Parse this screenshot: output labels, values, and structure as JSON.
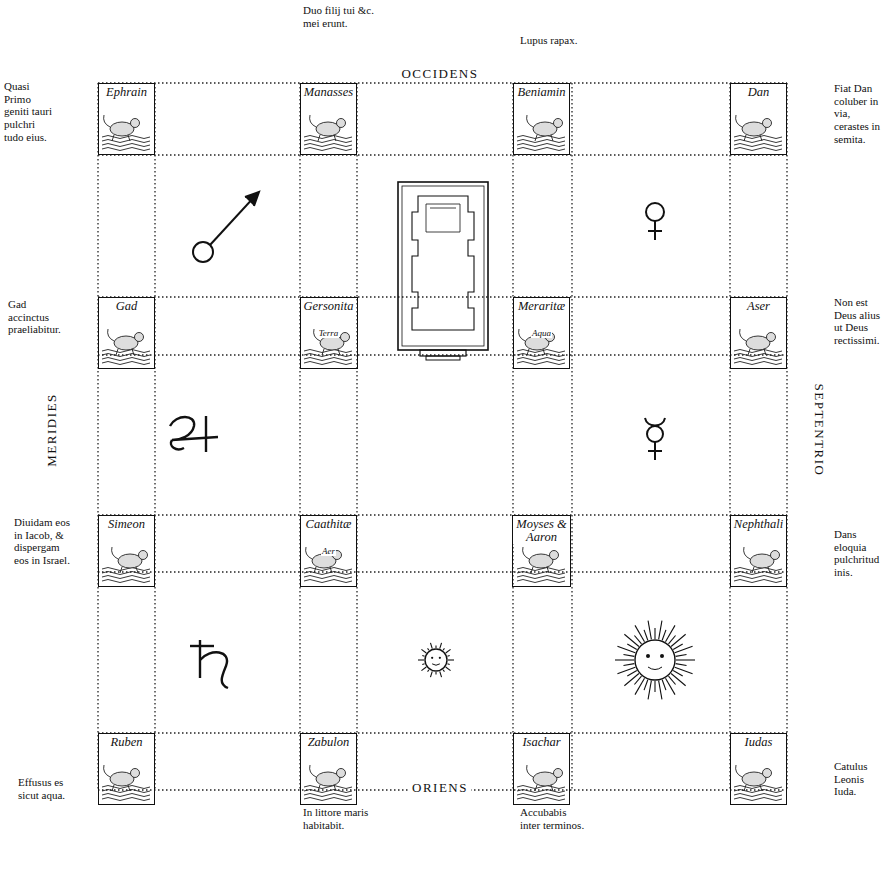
{
  "diagram": {
    "nodes": [
      {
        "text": [
          "Ephrain"
        ]
      },
      {
        "text": [
          "Manasses"
        ]
      },
      {
        "text": [
          "Beniamin"
        ]
      },
      {
        "text": [
          "Dan"
        ]
      },
      {
        "text": [
          "Gad"
        ]
      },
      {
        "text": [
          "Gersonita",
          "Terra"
        ]
      },
      {
        "text": [
          "Meraritæ",
          "Aqua"
        ]
      },
      {
        "text": [
          "Aser"
        ]
      },
      {
        "text": [
          "Simeon"
        ]
      },
      {
        "text": [
          "Caathitæ",
          "Aer"
        ]
      },
      {
        "text": [
          "Moyses & Aaron"
        ]
      },
      {
        "text": [
          "Nephthali"
        ]
      },
      {
        "text": [
          "Ruben"
        ]
      },
      {
        "text": [
          "Zabulon"
        ]
      },
      {
        "text": [
          "Isachar"
        ]
      },
      {
        "text": [
          "Iudas"
        ]
      }
    ],
    "labels": [
      "Duo filij tui &c. mei erunt.",
      "Lupus rapax.",
      "OCCIDENS",
      "Quasi Primo geniti tauri pulchri tudo eius.",
      "Fiat Dan coluber in via, cerastes in semita.",
      "Gad accinctus praeliabitur.",
      "Non est Deus alius ut Deus rectissimi.",
      "MERIDIES",
      "SEPTENTRIO",
      "Diuidam eos in Iacob, & dispergam eos in Israel.",
      "Dans eloquia pulchritudinis.",
      "Effusus es sicut aqua.",
      "Catulus Leonis Iuda.",
      "ORIENS",
      "In littore maris habitabit.",
      "Accubabis inter terminos."
    ]
  }
}
